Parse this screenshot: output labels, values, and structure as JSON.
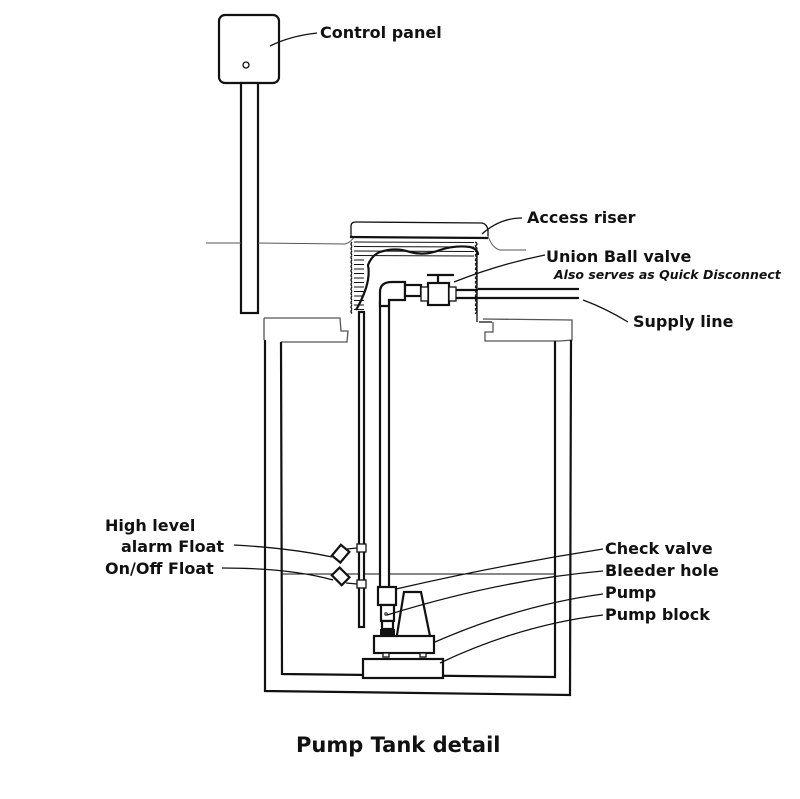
{
  "title": "Pump Tank detail",
  "labels": {
    "control_panel": "Control panel",
    "access_riser": "Access riser",
    "union_ball_valve": "Union Ball valve",
    "union_ball_valve_note": "Also serves as Quick Disconnect",
    "supply_line": "Supply line",
    "high_level_alarm_line1": "High level",
    "high_level_alarm_line2": "alarm Float",
    "on_off_float": "On/Off Float",
    "check_valve": "Check valve",
    "bleeder_hole": "Bleeder hole",
    "pump": "Pump",
    "pump_block": "Pump block"
  },
  "colors": {
    "ink": "#111111",
    "background": "#ffffff"
  }
}
